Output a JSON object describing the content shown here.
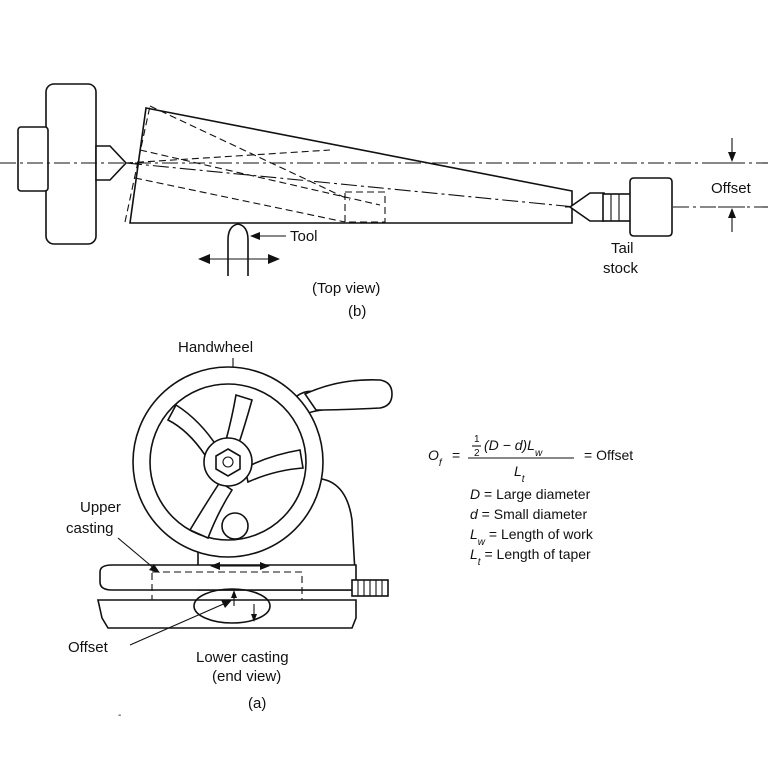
{
  "top_view": {
    "offset_label": "Offset",
    "tool_label": "Tool",
    "tailstock_label_line1": "Tail",
    "tailstock_label_line2": "stock",
    "view_caption": "(Top view)",
    "figure_letter": "(b)"
  },
  "end_view": {
    "handwheel_label": "Handwheel",
    "upper_casting_line1": "Upper",
    "upper_casting_line2": "casting",
    "offset_label": "Offset",
    "lower_casting_line1": "Lower casting",
    "lower_casting_line2": "(end view)",
    "figure_letter": "(a)"
  },
  "formula": {
    "lhs": "O",
    "lhs_sub": "f",
    "equals": "=",
    "frac_num": "1",
    "frac_den": "2",
    "numerator_text": "(D − d)L",
    "numerator_sub": "w",
    "denominator": "L",
    "denominator_sub": "t",
    "rhs": "= Offset"
  },
  "legend": [
    {
      "symbol": "D",
      "sub": "",
      "text": " = Large diameter"
    },
    {
      "symbol": "d",
      "sub": "",
      "text": " = Small diameter"
    },
    {
      "symbol": "L",
      "sub": "w",
      "text": " = Length of work"
    },
    {
      "symbol": "L",
      "sub": "t",
      "text": " = Length of taper"
    }
  ]
}
